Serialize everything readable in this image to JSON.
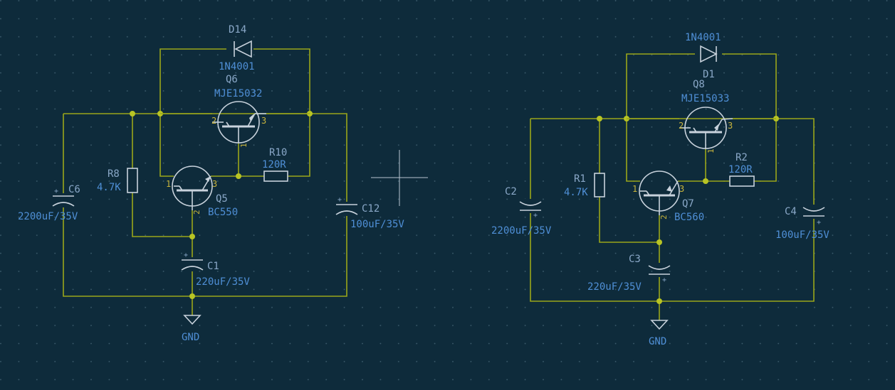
{
  "circuit_left": {
    "diode": {
      "ref": "D14",
      "value": "1N4001"
    },
    "q_power": {
      "ref": "Q6",
      "value": "MJE15032",
      "pins": [
        "2",
        "3",
        "1"
      ]
    },
    "q_driver": {
      "ref": "Q5",
      "value": "BC550",
      "pins": [
        "1",
        "3",
        "2"
      ]
    },
    "resistor_a": {
      "ref": "R8",
      "value": "4.7K"
    },
    "resistor_b": {
      "ref": "R10",
      "value": "120R"
    },
    "cap_in": {
      "ref": "C6",
      "value": "2200uF/35V"
    },
    "cap_out": {
      "ref": "C12",
      "value": "100uF/35V"
    },
    "cap_base": {
      "ref": "C1",
      "value": "220uF/35V"
    },
    "ground": "GND"
  },
  "circuit_right": {
    "diode": {
      "ref": "D1",
      "value": "1N4001"
    },
    "q_power": {
      "ref": "Q8",
      "value": "MJE15033",
      "pins": [
        "2",
        "3",
        "1"
      ]
    },
    "q_driver": {
      "ref": "Q7",
      "value": "BC560",
      "pins": [
        "1",
        "3",
        "2"
      ]
    },
    "resistor_a": {
      "ref": "R1",
      "value": "4.7K"
    },
    "resistor_b": {
      "ref": "R2",
      "value": "120R"
    },
    "cap_in": {
      "ref": "C2",
      "value": "2200uF/35V"
    },
    "cap_out": {
      "ref": "C4",
      "value": "100uF/35V"
    },
    "cap_base": {
      "ref": "C3",
      "value": "220uF/35V"
    },
    "ground": "GND"
  },
  "colors": {
    "background": "#0e2b3b",
    "wire": "#9aa61a",
    "junction": "#b8c424",
    "symbol": "#c8d2dc",
    "reference": "#8aa8c8",
    "value": "#4f8fd6",
    "pin_number": "#c8b43c"
  }
}
